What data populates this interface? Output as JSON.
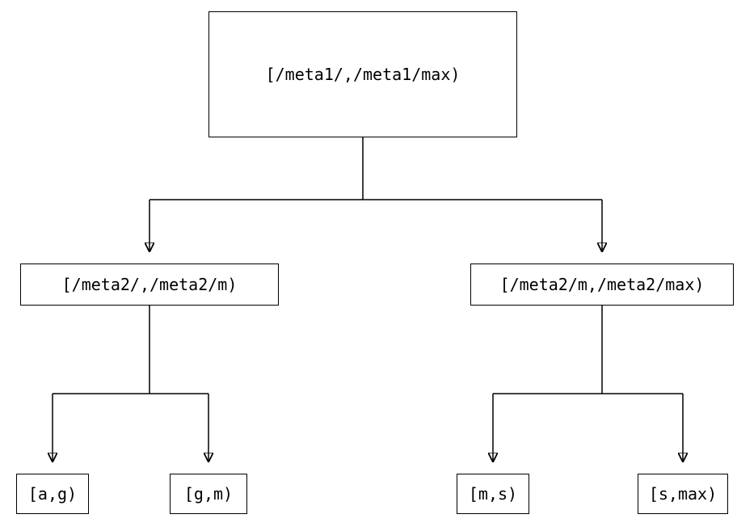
{
  "diagram": {
    "type": "tree",
    "root": {
      "label": "[/meta1/,/meta1/max)"
    },
    "level2": [
      {
        "label": "[/meta2/,/meta2/m)"
      },
      {
        "label": "[/meta2/m,/meta2/max)"
      }
    ],
    "leaves": [
      {
        "label": "[a,g)"
      },
      {
        "label": "[g,m)"
      },
      {
        "label": "[m,s)"
      },
      {
        "label": "[s,max)"
      }
    ],
    "edges": [
      {
        "from": "[/meta1/,/meta1/max)",
        "to": "[/meta2/,/meta2/m)"
      },
      {
        "from": "[/meta1/,/meta1/max)",
        "to": "[/meta2/m,/meta2/max)"
      },
      {
        "from": "[/meta2/,/meta2/m)",
        "to": "[a,g)"
      },
      {
        "from": "[/meta2/,/meta2/m)",
        "to": "[g,m)"
      },
      {
        "from": "[/meta2/m,/meta2/max)",
        "to": "[m,s)"
      },
      {
        "from": "[/meta2/m,/meta2/max)",
        "to": "[s,max)"
      }
    ],
    "colors": {
      "line": "#000000",
      "background": "#ffffff",
      "text": "#000000"
    }
  }
}
